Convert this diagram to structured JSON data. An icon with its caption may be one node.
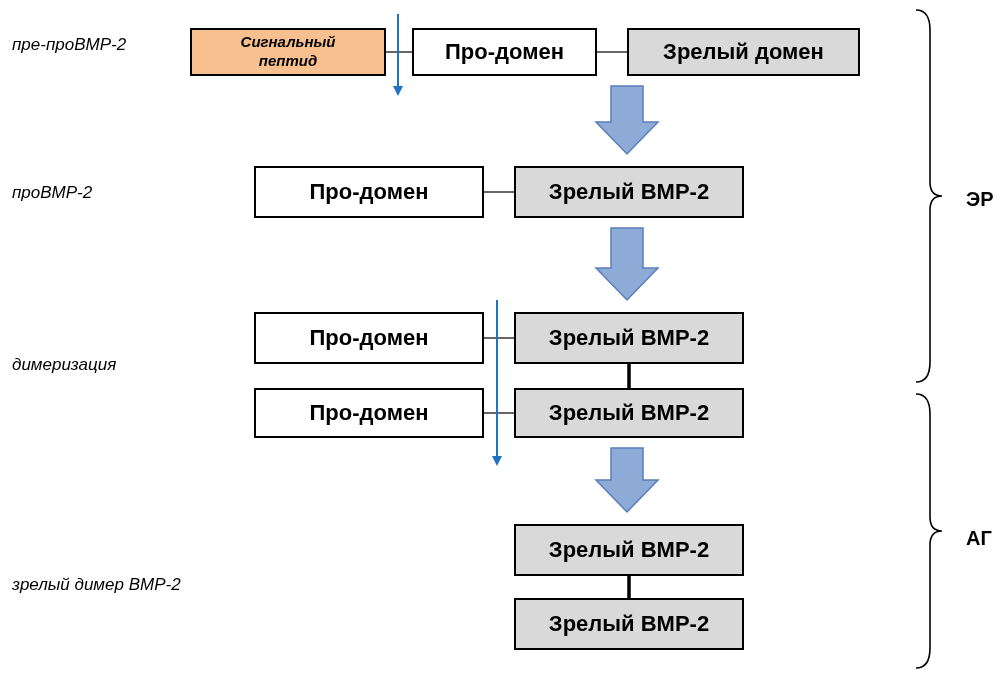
{
  "diagram": {
    "nodes": [
      {
        "text": [
          "Сигнальный пептид"
        ]
      },
      {
        "text": [
          "Про-домен"
        ]
      },
      {
        "text": [
          "Зрелый домен"
        ]
      },
      {
        "text": [
          "Про-домен"
        ]
      },
      {
        "text": [
          "Зрелый BMP-2"
        ]
      },
      {
        "text": [
          "Про-домен"
        ]
      },
      {
        "text": [
          "Зрелый BMP-2"
        ]
      },
      {
        "text": [
          "Про-домен"
        ]
      },
      {
        "text": [
          "Зрелый BMP-2"
        ]
      },
      {
        "text": [
          "Зрелый BMP-2"
        ]
      },
      {
        "text": [
          "Зрелый BMP-2"
        ]
      }
    ],
    "edges": [
      {
        "from": 0,
        "to": 1,
        "arrow": "none"
      },
      {
        "from": 1,
        "to": 2,
        "arrow": "none"
      },
      {
        "from": 2,
        "to": 4,
        "arrow": "to",
        "style": "thick",
        "color": "#8eaad6"
      },
      {
        "from": 3,
        "to": 4,
        "arrow": "none"
      },
      {
        "from": 4,
        "to": 6,
        "arrow": "to",
        "style": "thick",
        "color": "#8eaad6"
      },
      {
        "from": 5,
        "to": 6,
        "arrow": "none"
      },
      {
        "from": 7,
        "to": 8,
        "arrow": "none"
      },
      {
        "from": 6,
        "to": 8,
        "arrow": "none",
        "style": "thick"
      },
      {
        "from": 8,
        "to": 9,
        "arrow": "to",
        "style": "thick",
        "color": "#8eaad6"
      },
      {
        "from": 9,
        "to": 10,
        "arrow": "none",
        "style": "thick"
      }
    ],
    "labels": [
      "пре-проBMP-2",
      "проBMP-2",
      "димеризация",
      "зрелый димер BMP-2",
      "ЭР",
      "АГ"
    ]
  }
}
